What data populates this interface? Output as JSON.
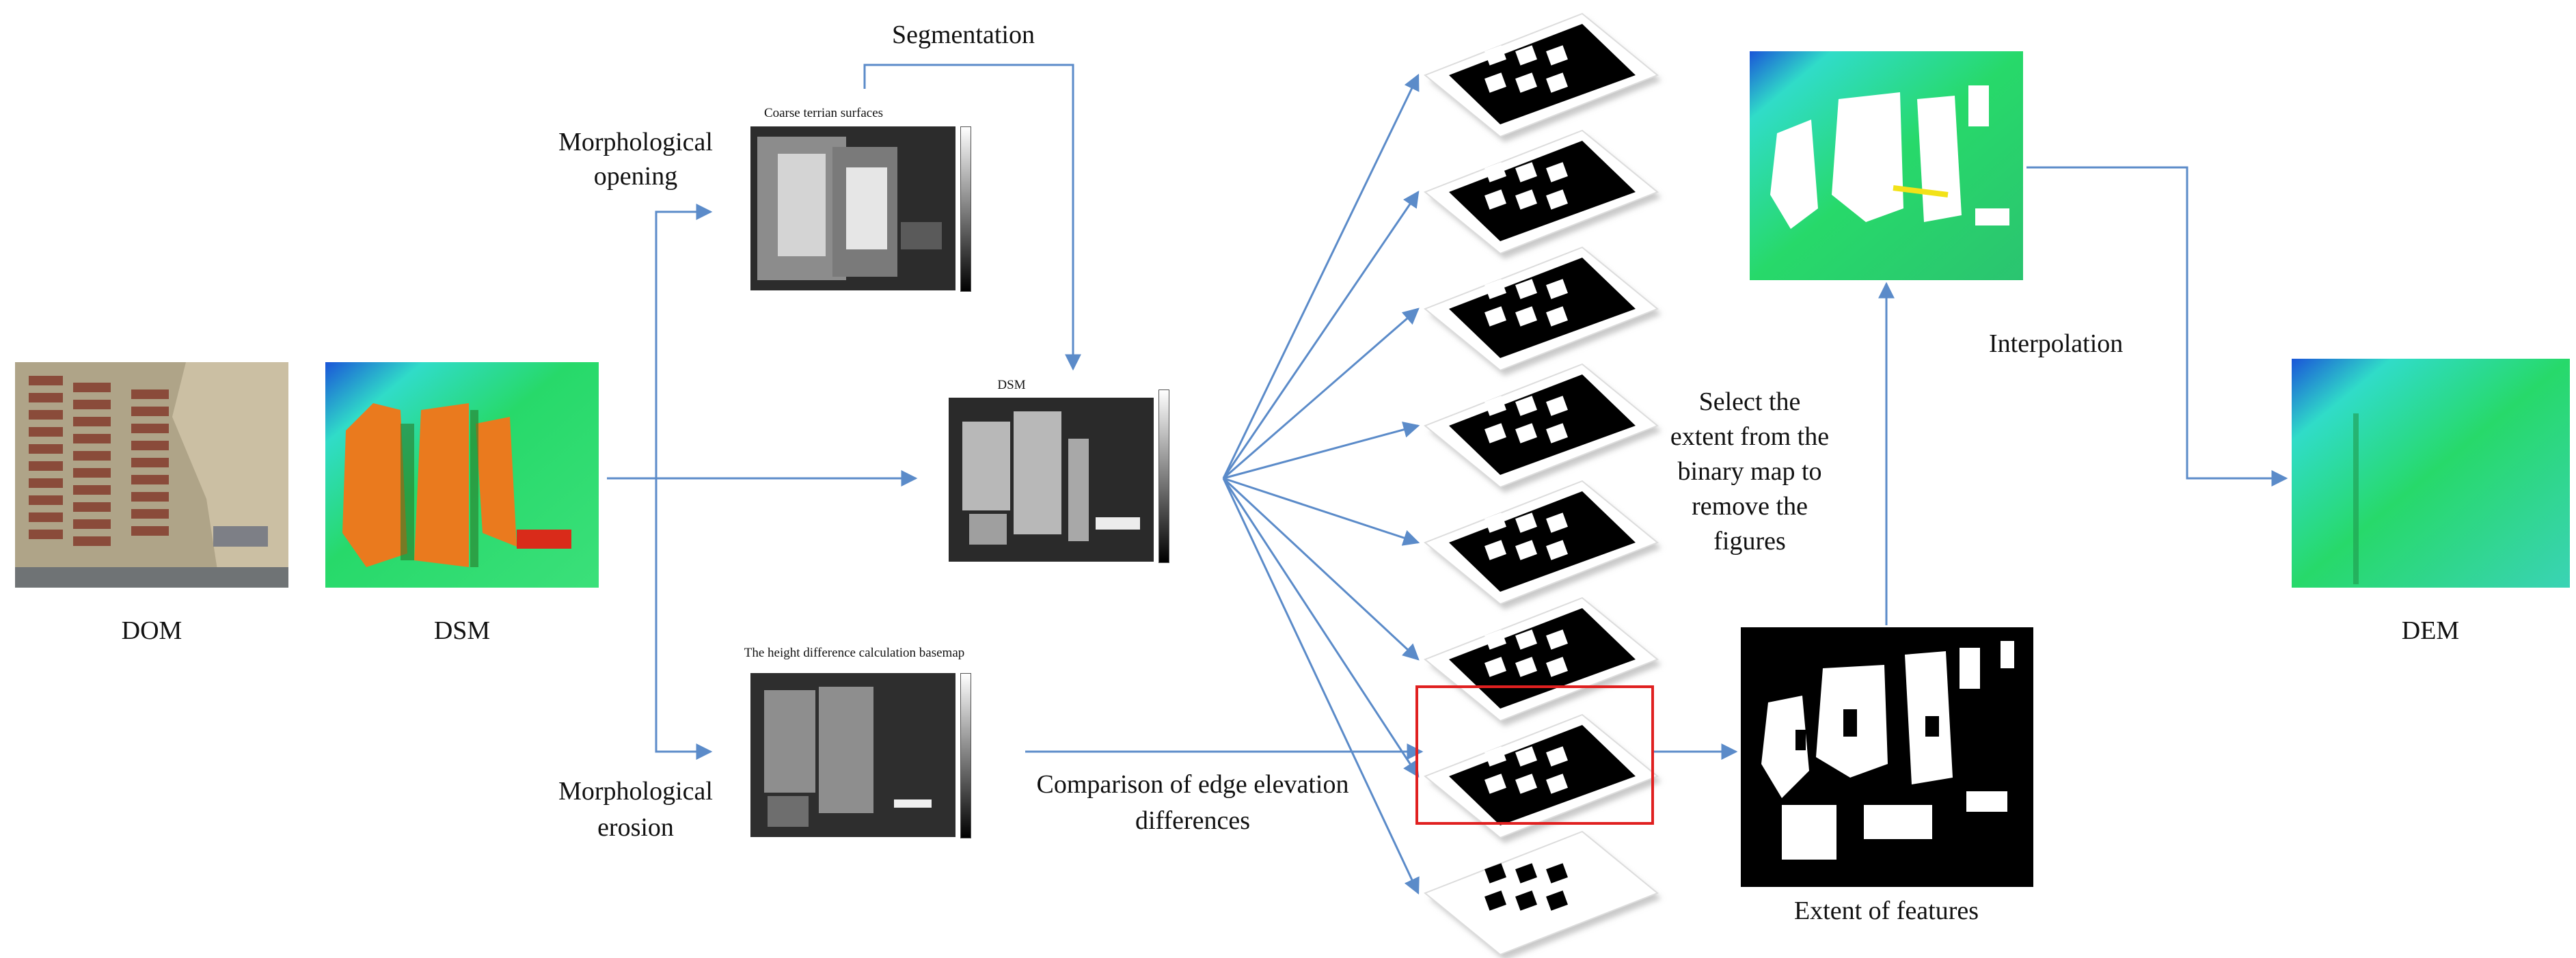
{
  "colors": {
    "arrow": "#5b8bc9",
    "highlight": "#e02020",
    "terrain_green": "#27d96a",
    "terrain_cyan": "#30dcc8",
    "terrain_blue": "#1a55d8",
    "building_orange": "#ea7a1e",
    "building_red": "#d92b1a"
  },
  "labels": {
    "dom": "DOM",
    "dsm": "DSM",
    "dem": "DEM",
    "segmentation": "Segmentation",
    "morph_opening_1": "Morphological",
    "morph_opening_2": "opening",
    "morph_erosion_1": "Morphological",
    "morph_erosion_2": "erosion",
    "comparison_1": "Comparison of edge elevation",
    "comparison_2": "differences",
    "select_1": "Select the",
    "select_2": "extent from the",
    "select_3": "binary map to",
    "select_4": "remove the",
    "select_5": "figures",
    "interpolation": "Interpolation",
    "extent_features": "Extent of features"
  },
  "panels": {
    "coarse_title": "Coarse terrian surfaces",
    "dsm_gray_title": "DSM",
    "height_diff_title": "The height difference calculation basemap"
  },
  "stack": {
    "layer_count": 8,
    "highlighted_index": 6
  },
  "icons": {
    "arrow": "arrow-icon",
    "colorbar": "colorbar-icon"
  }
}
